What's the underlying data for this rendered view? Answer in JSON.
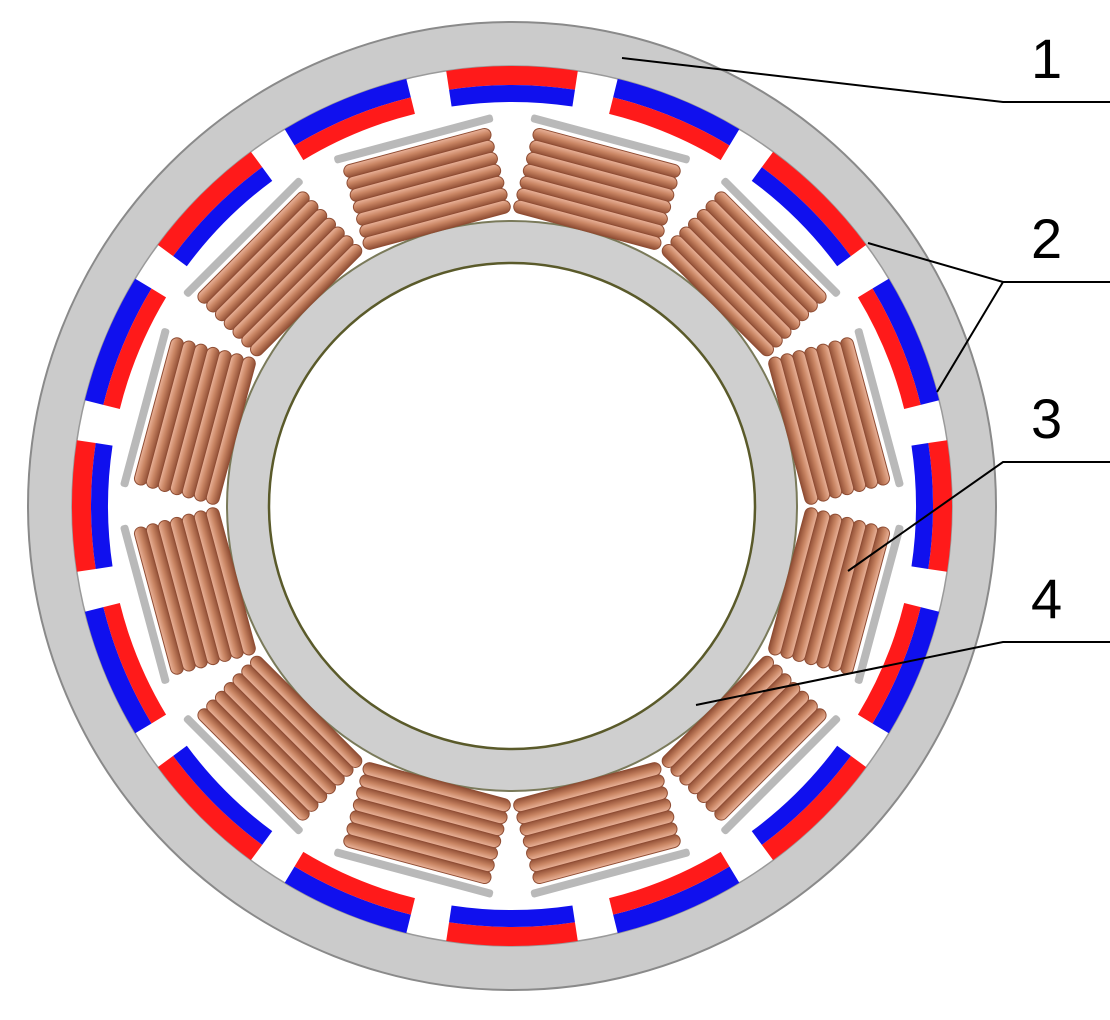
{
  "callouts": [
    {
      "number": "1",
      "part": "outer-rotor-yoke"
    },
    {
      "number": "2",
      "part": "permanent-magnets"
    },
    {
      "number": "3",
      "part": "stator-coil"
    },
    {
      "number": "4",
      "part": "stator-core"
    }
  ],
  "counts": {
    "magnet_poles": 16,
    "coils": 12
  },
  "colors": {
    "yoke": "#cbcbcb",
    "yoke_edge": "#8a8a8a",
    "magnet_red": "#ff1a1a",
    "magnet_blue": "#1010ee",
    "copper": "#c98563",
    "copper_shade": "#8f4d34",
    "copper_highlight": "#eab39a",
    "core": "#cfcfcf",
    "core_edge": "#5a5a2a",
    "background": "#ffffff"
  }
}
